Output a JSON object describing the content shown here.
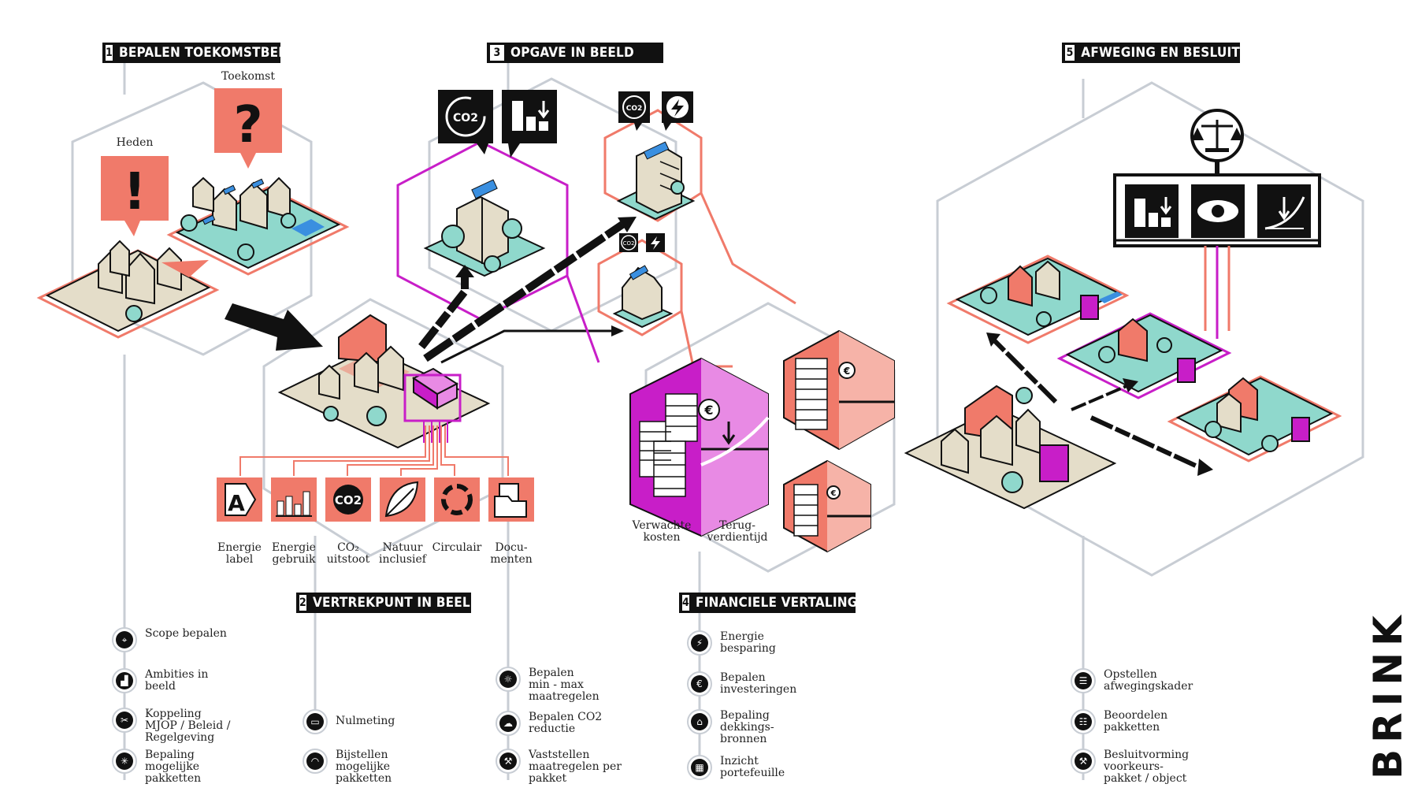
{
  "headers": [
    {
      "num": "1",
      "title": "BEPALEN TOEKOMSTBEELD"
    },
    {
      "num": "2",
      "title": "VERTREKPUNT IN BEELD"
    },
    {
      "num": "3",
      "title": "OPGAVE IN BEELD"
    },
    {
      "num": "4",
      "title": "FINANCIELE VERTALING"
    },
    {
      "num": "5",
      "title": "AFWEGING EN BESLUIT"
    }
  ],
  "scene_labels": {
    "heden": "Heden",
    "toekomst": "Toekomst",
    "verwachte_kosten": "Verwachte\nkosten",
    "terugverdientijd": "Terug-\nverdientijd"
  },
  "vertrekpunt_icons": [
    {
      "label": "Energie\nlabel",
      "icon": "energy-label-icon"
    },
    {
      "label": "Energie\ngebruik",
      "icon": "energy-usage-chart-icon"
    },
    {
      "label": "CO₂\nuitstoot",
      "icon": "co2-icon"
    },
    {
      "label": "Natuur\ninclusief",
      "icon": "leaf-icon"
    },
    {
      "label": "Circulair",
      "icon": "circular-arrows-icon"
    },
    {
      "label": "Docu-\nmenten",
      "icon": "documents-folder-icon"
    }
  ],
  "steps_1": [
    {
      "label": "Scope bepalen",
      "icon": "crosshair-icon"
    },
    {
      "label": "Ambities in\nbeeld",
      "icon": "stairs-icon"
    },
    {
      "label": "Koppeling\nMJOP / Beleid /\nRegelgeving",
      "icon": "link-tools-icon"
    },
    {
      "label": "Bepaling\nmogelijke\npakketten",
      "icon": "network-icon"
    }
  ],
  "steps_2": [
    {
      "label": "Nulmeting",
      "icon": "ruler-icon"
    },
    {
      "label": "Bijstellen\nmogelijke\npakketten",
      "icon": "gauge-icon"
    }
  ],
  "steps_3": [
    {
      "label": "Bepalen\nmin - max\nmaatregelen",
      "icon": "lightbulb-icon"
    },
    {
      "label": "Bepalen CO2\nreductie",
      "icon": "co2-reduction-icon"
    },
    {
      "label": "Vaststellen\nmaatregelen per\npakket",
      "icon": "gavel-icon"
    }
  ],
  "steps_4": [
    {
      "label": "Energie\nbesparing",
      "icon": "lightning-icon"
    },
    {
      "label": "Bepalen\ninvesteringen",
      "icon": "euro-icon"
    },
    {
      "label": "Bepaling\ndekkings-\nbronnen",
      "icon": "bank-icon"
    },
    {
      "label": "Inzicht\nportefeuille",
      "icon": "buildings-icon"
    }
  ],
  "steps_5": [
    {
      "label": "Opstellen\nafwegingskader",
      "icon": "checklist-icon"
    },
    {
      "label": "Beoordelen\npakketten",
      "icon": "checklist-color-icon"
    },
    {
      "label": "Besluitvorming\nvoorkeurs-\npakket / object",
      "icon": "gavel-icon"
    }
  ],
  "brand": "BRINK",
  "colors": {
    "coral": "#f07a6a",
    "coral_light": "#f6b3a8",
    "magenta": "#c81ec8",
    "magenta_light": "#e88ae4",
    "teal": "#8fd8cc",
    "beige": "#e4ddc9",
    "grey_line": "#c8cdd4",
    "black": "#111111",
    "blue": "#3a8fe0"
  }
}
